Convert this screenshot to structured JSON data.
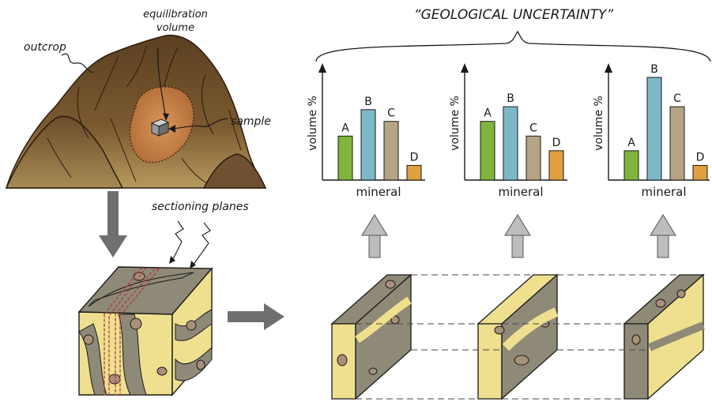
{
  "labels": {
    "title": "“GEOLOGICAL UNCERTAINTY”",
    "outcrop": "outcrop",
    "equilibration_1": "equilibration",
    "equilibration_2": "volume",
    "sample": "sample",
    "sectioning_planes": "sectioning planes"
  },
  "colors": {
    "A": "#7fb53c",
    "B": "#7db8c9",
    "C": "#b5a585",
    "D": "#e0a040",
    "rock_dark": "#5a3f22",
    "slab_yellow": "#efe08f",
    "slab_grey": "#8f8a78",
    "arrow_dark": "#6f6f6f",
    "arrow_light": "#bdbdbd"
  },
  "chart_data": [
    {
      "type": "bar",
      "categories": [
        "A",
        "B",
        "C",
        "D"
      ],
      "values": [
        30,
        48,
        40,
        10
      ],
      "ylim": [
        0,
        70
      ],
      "xlabel": "mineral",
      "ylabel": "volume %"
    },
    {
      "type": "bar",
      "categories": [
        "A",
        "B",
        "C",
        "D"
      ],
      "values": [
        40,
        50,
        30,
        20
      ],
      "ylim": [
        0,
        70
      ],
      "xlabel": "mineral",
      "ylabel": "volume %"
    },
    {
      "type": "bar",
      "categories": [
        "A",
        "B",
        "C",
        "D"
      ],
      "values": [
        20,
        70,
        50,
        10
      ],
      "ylim": [
        0,
        70
      ],
      "xlabel": "mineral",
      "ylabel": "volume %"
    }
  ]
}
